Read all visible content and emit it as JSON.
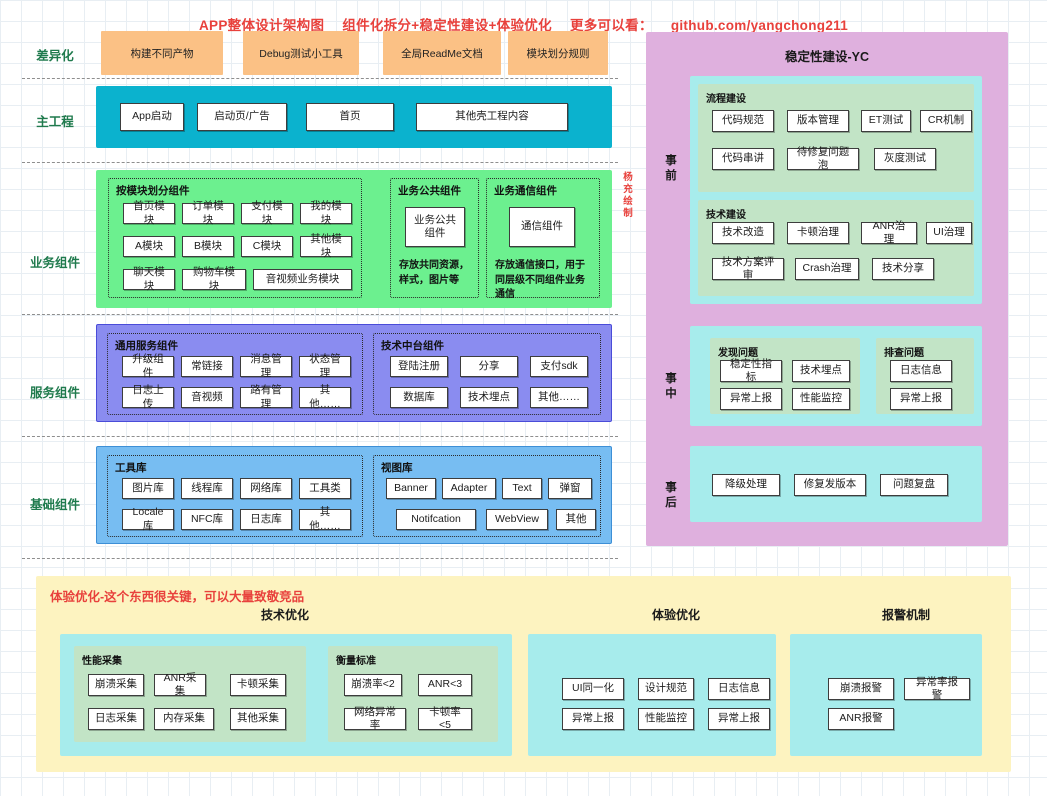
{
  "header": {
    "title_main": "APP整体设计架构图",
    "title_part2": "组件化拆分+稳定性建设+体验优化",
    "title_part3": "更多可以看：",
    "title_link": "github.com/yangchong211",
    "accent_color": "#e8413c"
  },
  "signature": "杨充绘制",
  "left": {
    "rows": [
      {
        "label": "差异化"
      },
      {
        "label": "主工程"
      },
      {
        "label": "业务组件"
      },
      {
        "label": "服务组件"
      },
      {
        "label": "基础组件"
      }
    ],
    "differentiation": {
      "color": "#fbc185",
      "items": [
        "构建不同产物",
        "Debug测试小工具",
        "全局ReadMe文档",
        "模块划分规则"
      ]
    },
    "main_project": {
      "color": "#0bb2ce",
      "items": [
        "App启动",
        "启动页/广告",
        "首页",
        "其他壳工程内容"
      ]
    },
    "business": {
      "color": "#6cf08f",
      "groups": [
        {
          "title": "按模块划分组件",
          "items": [
            "首页模块",
            "订单模块",
            "支付模块",
            "我的模块",
            "A模块",
            "B模块",
            "C模块",
            "其他模块",
            "聊天模块",
            "购物车模块",
            "音视频业务模块"
          ]
        },
        {
          "title": "业务公共组件",
          "items": [
            "业务公共\n组件"
          ],
          "note": "存放共同资源，样式，图片等"
        },
        {
          "title": "业务通信组件",
          "items": [
            "通信组件"
          ],
          "note": "存放通信接口，用于同层级不同组件业务通信"
        }
      ]
    },
    "service": {
      "color": "#8a8cf0",
      "groups": [
        {
          "title": "通用服务组件",
          "items": [
            "升级组件",
            "常链接",
            "消息管理",
            "状态管理",
            "日志上传",
            "音视频",
            "路有管理",
            "其他……"
          ]
        },
        {
          "title": "技术中台组件",
          "items": [
            "登陆注册",
            "分享",
            "支付sdk",
            "数据库",
            "技术埋点",
            "其他……"
          ]
        }
      ]
    },
    "foundation": {
      "color": "#77bdf2",
      "groups": [
        {
          "title": "工具库",
          "items": [
            "图片库",
            "线程库",
            "网络库",
            "工具类",
            "Locale库",
            "NFC库",
            "日志库",
            "其他……"
          ]
        },
        {
          "title": "视图库",
          "items": [
            "Banner",
            "Adapter",
            "Text",
            "弹窗",
            "Notifcation",
            "WebView",
            "其他"
          ]
        }
      ]
    }
  },
  "stability": {
    "title": "稳定性建设-YC",
    "panel_color": "#dfb0de",
    "phases": [
      {
        "label": "事前",
        "groups": [
          {
            "title": "流程建设",
            "items": [
              "代码规范",
              "版本管理",
              "ET测试",
              "CR机制",
              "代码串讲",
              "待修复问题泡",
              "灰度测试"
            ]
          },
          {
            "title": "技术建设",
            "items": [
              "技术改造",
              "卡顿治理",
              "ANR治理",
              "UI治理",
              "技术方案评审",
              "Crash治理",
              "技术分享"
            ]
          }
        ]
      },
      {
        "label": "事中",
        "groups": [
          {
            "title": "发现问题",
            "items": [
              "稳定性指标",
              "技术埋点",
              "异常上报",
              "性能监控"
            ]
          },
          {
            "title": "排查问题",
            "items": [
              "日志信息",
              "异常上报"
            ]
          }
        ]
      },
      {
        "label": "事后",
        "groups": [
          {
            "title": "",
            "items": [
              "降级处理",
              "修复发版本",
              "问题复盘"
            ]
          }
        ]
      }
    ]
  },
  "experience": {
    "heading": "体验优化-这个东西很关键，可以大量致敬竞品",
    "panel_color": "#fdf3c0",
    "columns": [
      {
        "title": "技术优化",
        "groups": [
          {
            "title": "性能采集",
            "items": [
              "崩溃采集",
              "ANR采集",
              "卡顿采集",
              "日志采集",
              "内存采集",
              "其他采集"
            ]
          },
          {
            "title": "衡量标准",
            "items": [
              "崩溃率<2",
              "ANR<3",
              "网络异常率",
              "卡顿率<5"
            ]
          }
        ]
      },
      {
        "title": "体验优化",
        "groups": [
          {
            "title": "",
            "items": [
              "UI同一化",
              "设计规范",
              "日志信息",
              "异常上报",
              "性能监控",
              "异常上报"
            ]
          }
        ]
      },
      {
        "title": "报警机制",
        "groups": [
          {
            "title": "",
            "items": [
              "崩溃报警",
              "异常率报警",
              "ANR报警"
            ]
          }
        ]
      }
    ]
  }
}
